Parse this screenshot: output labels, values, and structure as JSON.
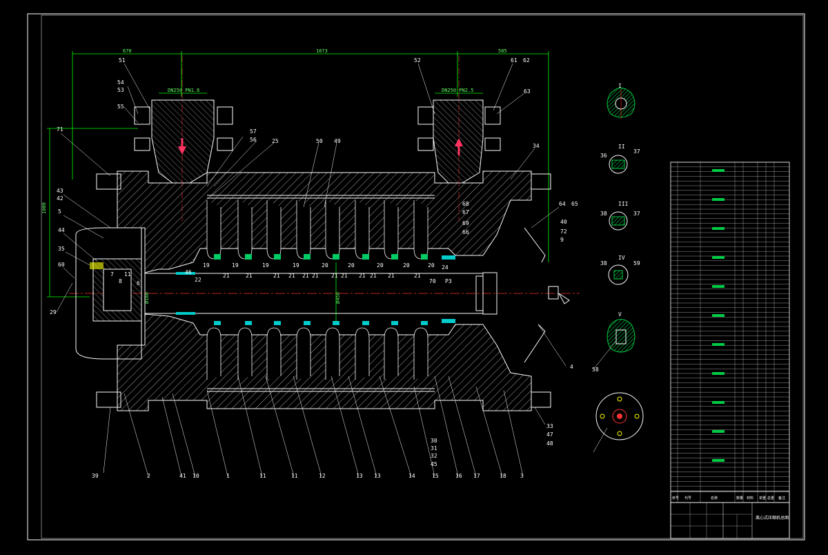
{
  "drawing": {
    "dimensions": {
      "top_left": "670",
      "top_mid": "1673",
      "top_right": "585",
      "left_height": "1000",
      "inlet_flange": "DN250 PN1.6",
      "outlet_flange": "DN250 PN2.5",
      "shaft_dia": "Ø160",
      "center_dia": "Ø450"
    },
    "labels_left": [
      "71",
      "43",
      "42",
      "5",
      "44",
      "35",
      "60",
      "29"
    ],
    "labels_top": [
      "51",
      "54",
      "53",
      "55",
      "57",
      "56",
      "25",
      "50",
      "49",
      "52",
      "61",
      "62",
      "63",
      "34"
    ],
    "labels_right": [
      "64",
      "65",
      "40",
      "72",
      "9",
      "68",
      "67",
      "69",
      "66",
      "24",
      "70",
      "P3",
      "4",
      "33",
      "47",
      "48"
    ],
    "labels_bottom": [
      "39",
      "2",
      "41",
      "10",
      "1",
      "11",
      "11",
      "12",
      "13",
      "13",
      "14",
      "15",
      "16",
      "17",
      "18",
      "3"
    ],
    "labels_bottom_stack": [
      "30",
      "31",
      "32",
      "45"
    ],
    "labels_inner_upper": [
      "19",
      "46",
      "22",
      "21",
      "19",
      "21",
      "19",
      "21",
      "21",
      "19",
      "21",
      "21",
      "20",
      "21",
      "21",
      "20",
      "21",
      "21",
      "20",
      "21",
      "20",
      "21",
      "20",
      "7",
      "8",
      "6",
      "11"
    ],
    "detail_labels": [
      "I",
      "II",
      "III",
      "IV",
      "V",
      "36",
      "37",
      "38",
      "37",
      "38",
      "59",
      "58"
    ]
  },
  "title_block": {
    "title": "离心式压缩机总图",
    "bom_col_headers": [
      "序号",
      "代号",
      "名称",
      "数量",
      "材料",
      "单重",
      "总重",
      "备注"
    ]
  },
  "colors": {
    "hatch": "#ffffff",
    "dimension": "#00ff00",
    "centerline": "#ff3333",
    "highlight": "#00cc66",
    "arrow": "#ff3366",
    "seal": "#00cccc",
    "accent": "#ffff00"
  }
}
